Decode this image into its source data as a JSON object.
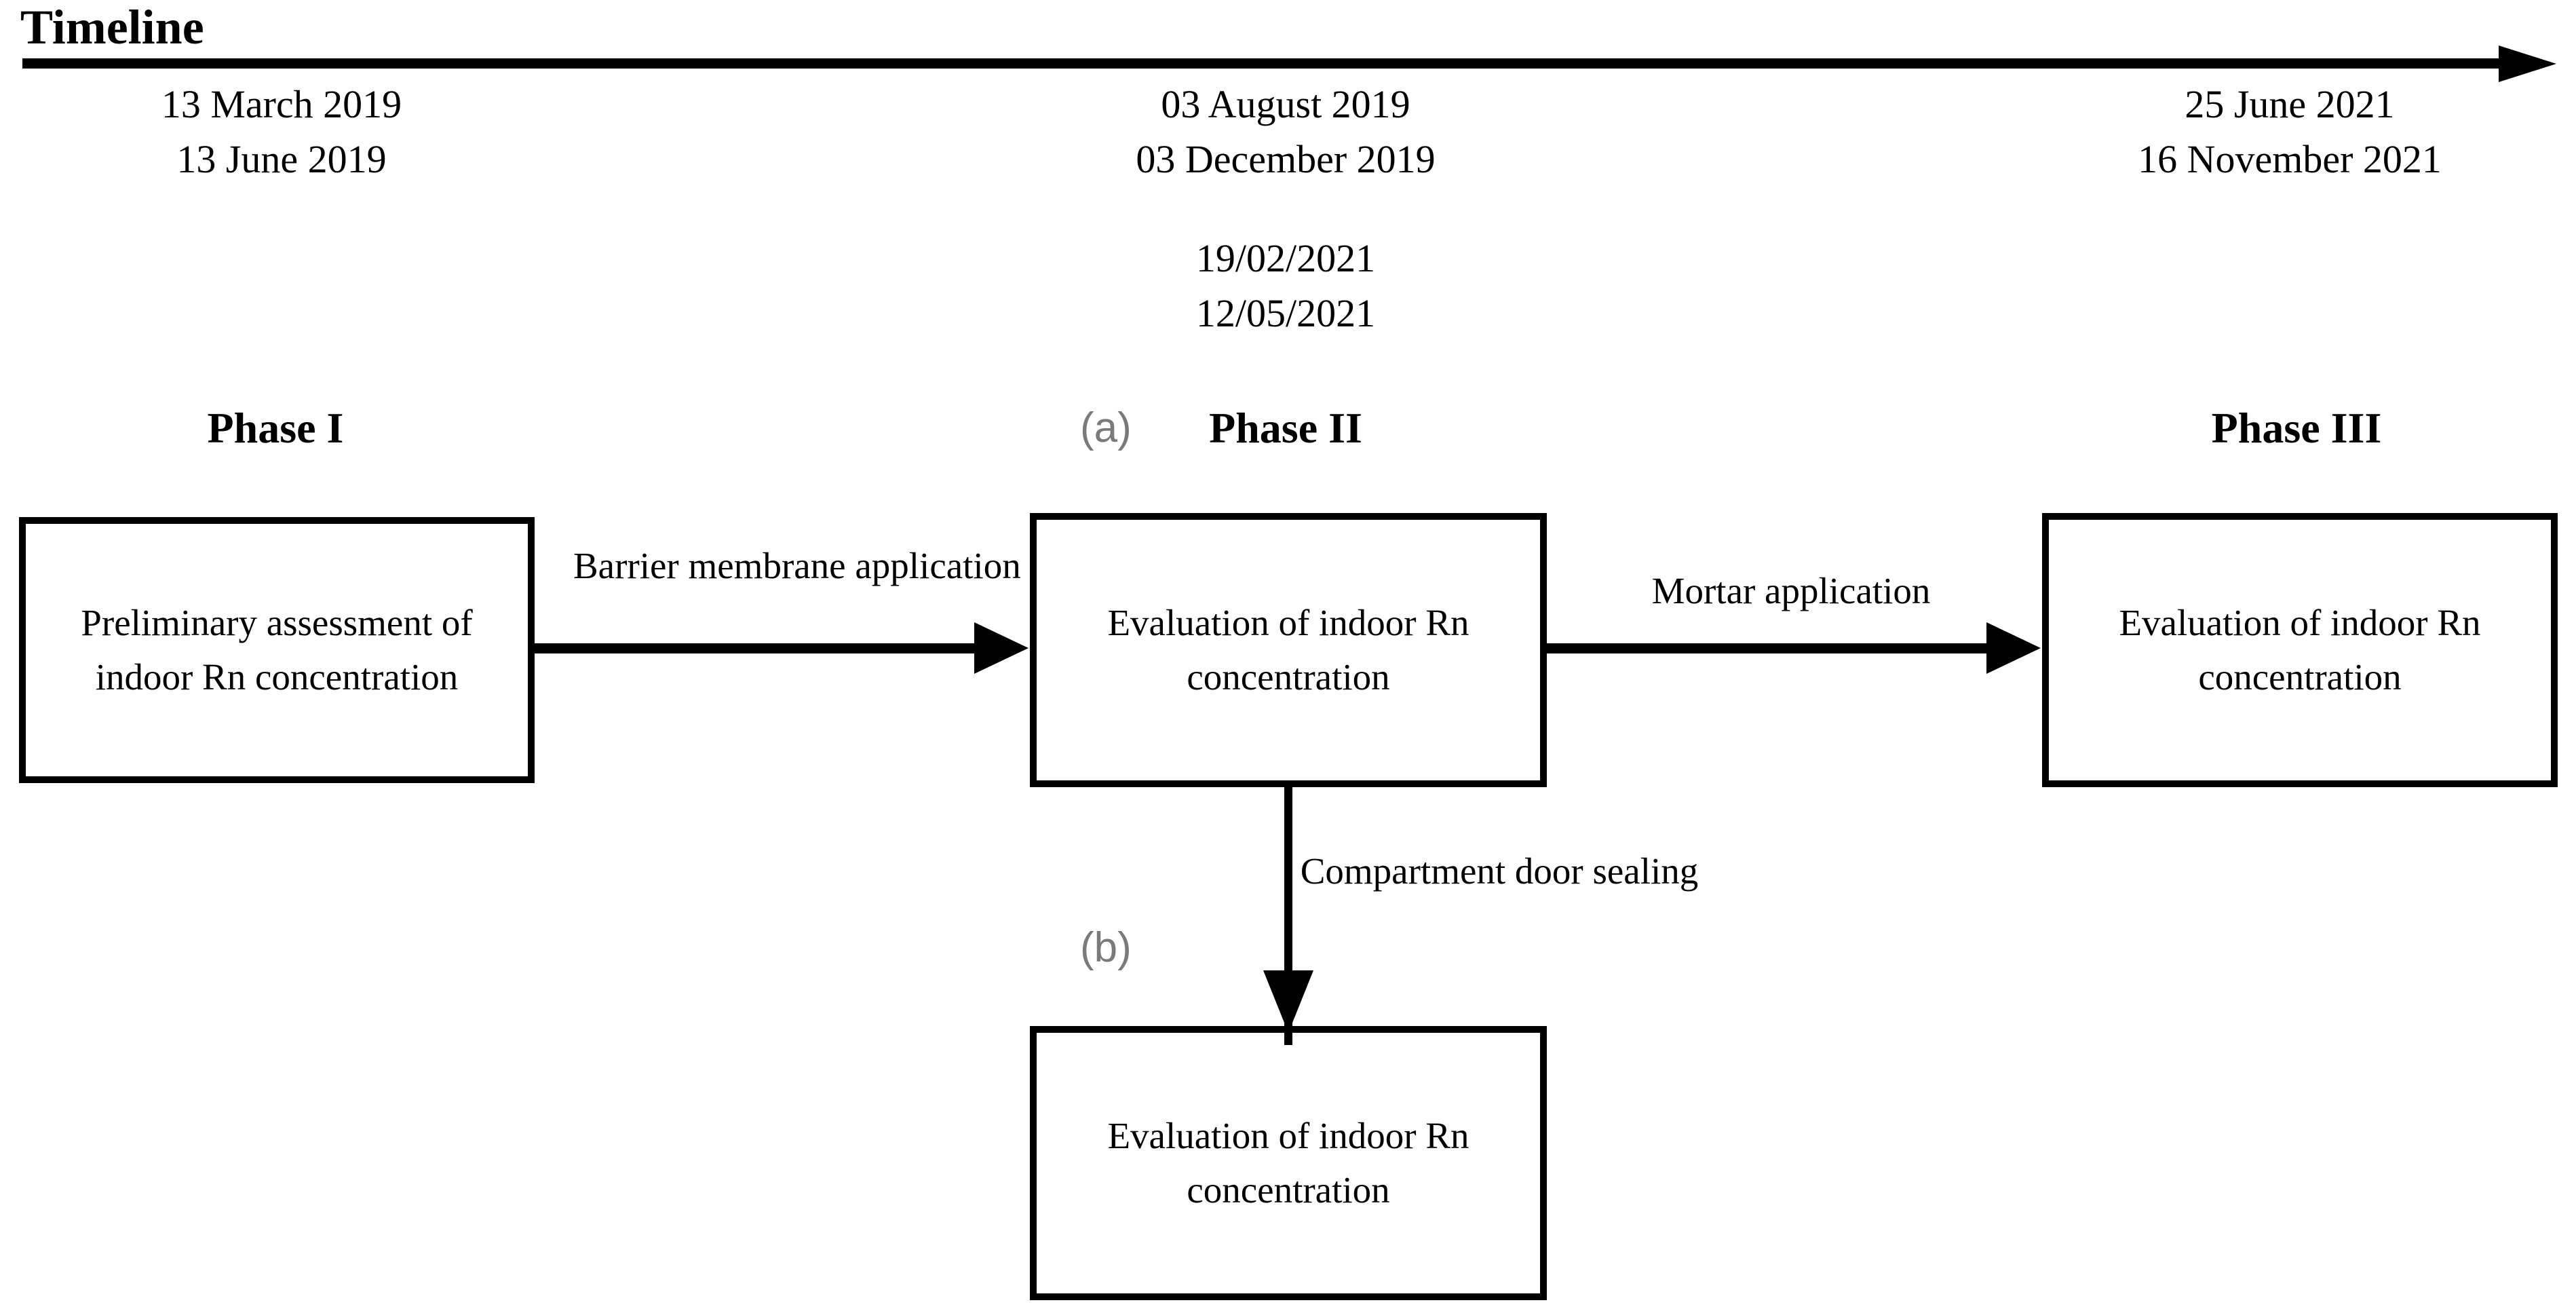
{
  "timeline": {
    "title": "Timeline",
    "axis_icon": "right-arrow-icon",
    "dates_left": [
      "13 March 2019",
      "13 June 2019"
    ],
    "dates_center": [
      "03 August 2019",
      "03 December 2019"
    ],
    "dates_right": [
      "25 June 2021",
      "16 November 2021"
    ],
    "dates_extra": [
      "19/02/2021",
      "12/05/2021"
    ]
  },
  "phases": {
    "phase_1_heading": "Phase I",
    "phase_2_heading": "Phase II",
    "phase_3_heading": "Phase III"
  },
  "sub_labels": {
    "a": "(a)",
    "b": "(b)"
  },
  "boxes": {
    "phase_1": "Preliminary assessment of indoor Rn concentration",
    "phase_2": "Evaluation of indoor Rn concentration",
    "phase_3": "Evaluation of indoor Rn concentration",
    "phase_2b": "Evaluation of indoor Rn concentration"
  },
  "edges": {
    "barrier_membrane": "Barrier membrane application",
    "mortar": "Mortar application",
    "compartment_door": "Compartment door sealing"
  },
  "colors": {
    "ink": "#000000",
    "sub_label_gray": "#7a7a7a",
    "background": "#ffffff"
  }
}
